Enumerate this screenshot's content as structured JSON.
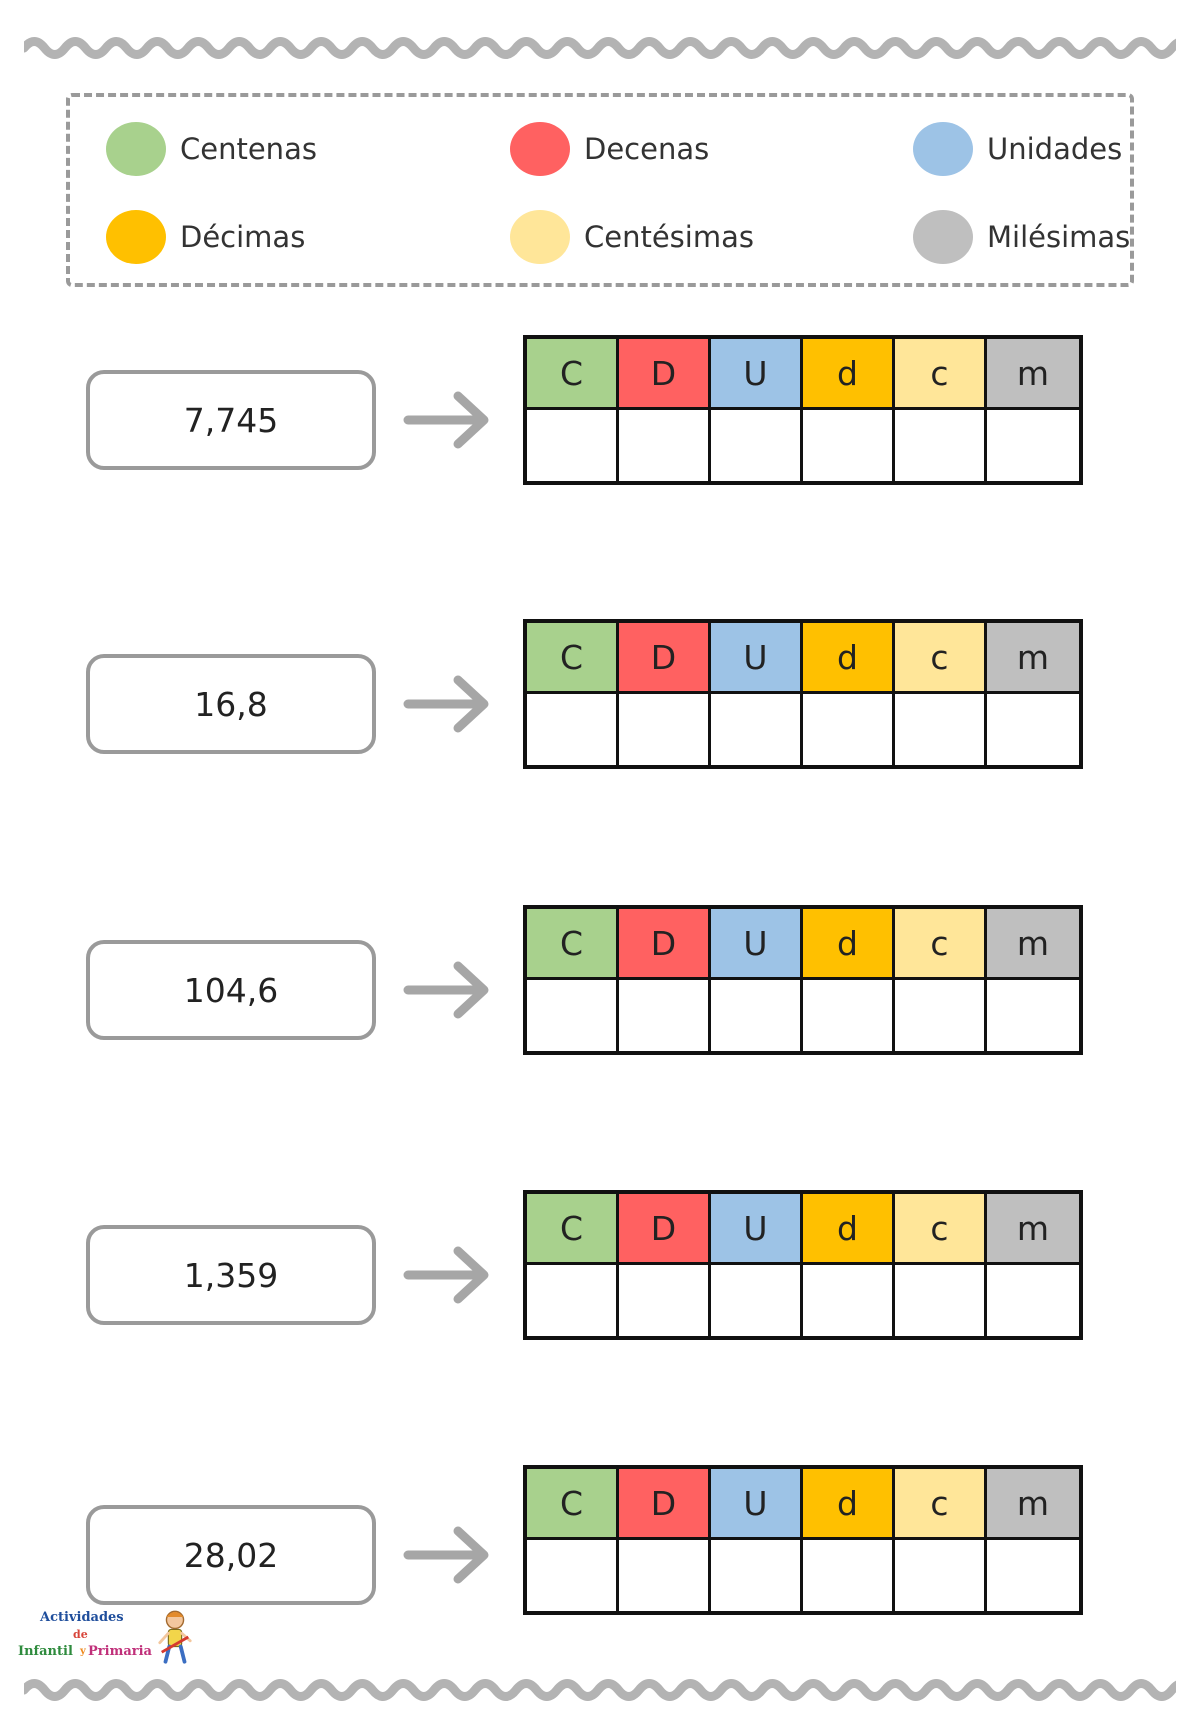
{
  "legend": [
    {
      "label": "Centenas",
      "color": "#a8d18d"
    },
    {
      "label": "Decenas",
      "color": "#ff6161"
    },
    {
      "label": "Unidades",
      "color": "#9dc3e6"
    },
    {
      "label": "Décimas",
      "color": "#ffc000"
    },
    {
      "label": "Centésimas",
      "color": "#ffe699"
    },
    {
      "label": "Milésimas",
      "color": "#bfbfbf"
    }
  ],
  "headers": [
    "C",
    "D",
    "U",
    "d",
    "c",
    "m"
  ],
  "header_colors": [
    "#a8d18d",
    "#ff6161",
    "#9dc3e6",
    "#ffc000",
    "#ffe699",
    "#bfbfbf"
  ],
  "exercises": [
    {
      "number": "7,745"
    },
    {
      "number": "16,8"
    },
    {
      "number": "104,6"
    },
    {
      "number": "1,359"
    },
    {
      "number": "28,02"
    }
  ],
  "logo": {
    "line1": "Actividades",
    "line2": "de",
    "line3a": "Infantil",
    "line3b": "y",
    "line3c": "Primaria"
  }
}
